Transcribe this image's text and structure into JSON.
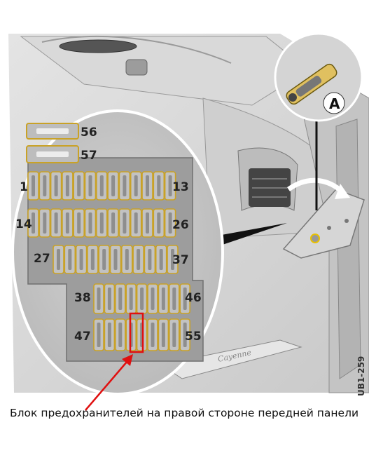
{
  "figure_code": "UB1-259",
  "callout_letter": "A",
  "brand_script": "Cayenne",
  "fuse_labels": {
    "f1": "1",
    "f13": "13",
    "f14": "14",
    "f26": "26",
    "f27": "27",
    "f37": "37",
    "f38": "38",
    "f46": "46",
    "f47": "47",
    "f55": "55",
    "f56": "56",
    "f57": "57"
  },
  "caption": "Блок предохранителей на правой стороне передней панели",
  "colors": {
    "fuse_outline": "#c9a227",
    "highlight": "#e01010",
    "panel": "#a9a9a9"
  }
}
